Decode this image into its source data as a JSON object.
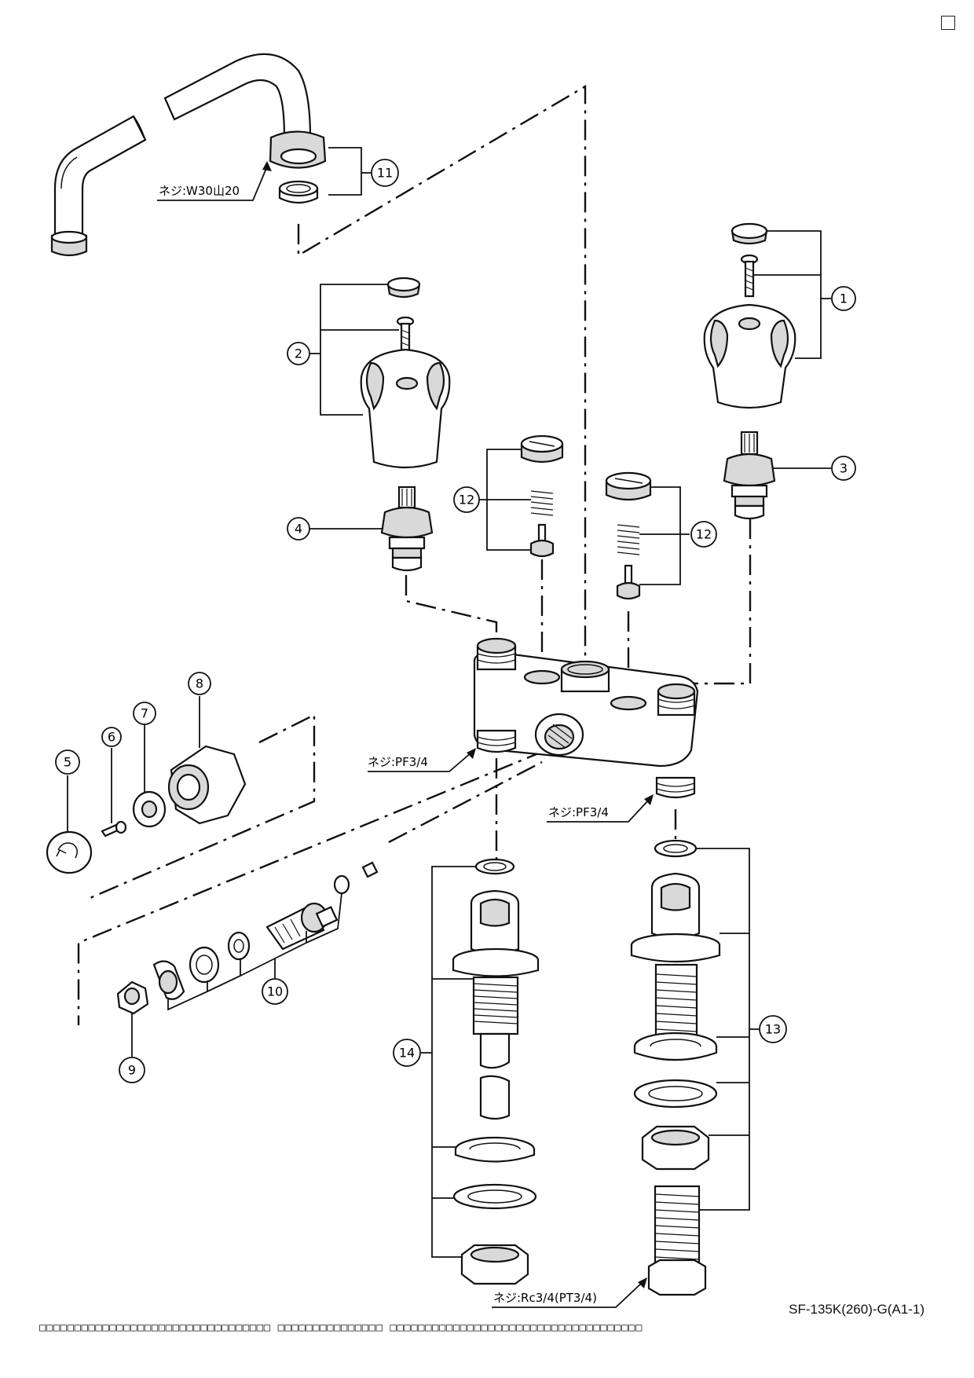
{
  "callouts": [
    {
      "id": "c1",
      "num": "1"
    },
    {
      "id": "c2",
      "num": "2"
    },
    {
      "id": "c3",
      "num": "3"
    },
    {
      "id": "c4",
      "num": "4"
    },
    {
      "id": "c5",
      "num": "5"
    },
    {
      "id": "c6",
      "num": "6"
    },
    {
      "id": "c7",
      "num": "7"
    },
    {
      "id": "c8",
      "num": "8"
    },
    {
      "id": "c9",
      "num": "9"
    },
    {
      "id": "c10",
      "num": "10"
    },
    {
      "id": "c11",
      "num": "11"
    },
    {
      "id": "c12a",
      "num": "12"
    },
    {
      "id": "c12b",
      "num": "12"
    },
    {
      "id": "c13",
      "num": "13"
    },
    {
      "id": "c14",
      "num": "14"
    }
  ],
  "notes": {
    "spout_thread": "ネジ:W30山20",
    "body_thread_left": "ネジ:PF3/4",
    "body_thread_right": "ネジ:PF3/4",
    "connector_thread": "ネジ:Rc3/4(PT3/4)"
  },
  "model_code": "SF-135K(260)-G(A1-1)",
  "footer_text": "□□□□□□□□□□□□□□□□□□□□□□□□□□□□□□□□□ □□□□□□□□□□□□□□□ □□□□□□□□□□□□□□□□□□□□□□□□□□□□□□□□□□□□"
}
